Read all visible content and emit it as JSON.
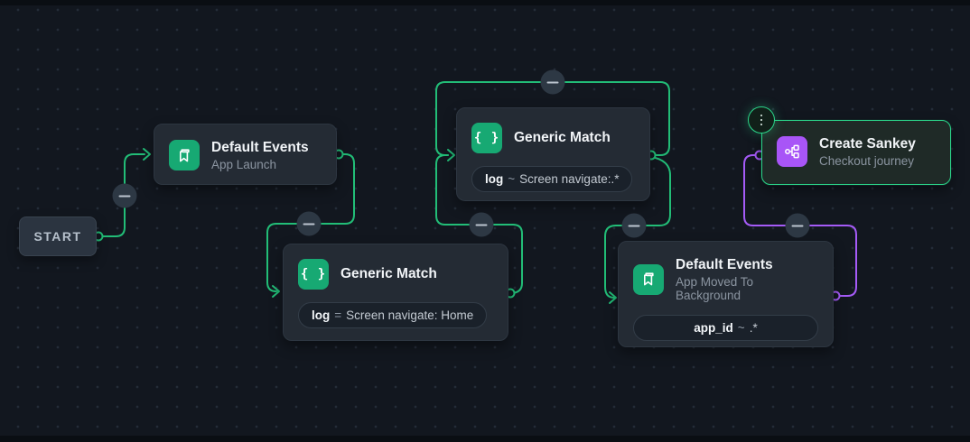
{
  "colors": {
    "background": "#12171f",
    "grid_dot": "#242c38",
    "node_fill": "#242b34",
    "green_line": "#22bd77",
    "green_icon": "#17a973",
    "purple_line": "#a55bf7",
    "purple_icon": "#a855f7",
    "selection_border": "#2bd489",
    "badge_fill": "#2d3844"
  },
  "start": {
    "label": "START"
  },
  "nodes": {
    "default_events_app_launch": {
      "title": "Default Events",
      "subtitle": "App Launch",
      "icon": "bookmark-icon"
    },
    "generic_match_home": {
      "title": "Generic Match",
      "icon": "braces-icon",
      "filter_key": "log",
      "filter_op": "=",
      "filter_value": "Screen navigate: Home"
    },
    "generic_match_any_screen": {
      "title": "Generic Match",
      "icon": "braces-icon",
      "filter_key": "log",
      "filter_op": "~",
      "filter_value": "Screen navigate:.*"
    },
    "default_events_app_background": {
      "title": "Default Events",
      "subtitle": "App Moved To Background",
      "icon": "bookmark-icon",
      "filter_key": "app_id",
      "filter_op": "~",
      "filter_value": ".*"
    },
    "create_sankey": {
      "title": "Create Sankey",
      "subtitle": "Checkout journey",
      "icon": "sankey-flow-icon",
      "selected": "true"
    }
  },
  "icons": {
    "braces_glyph": "{ }"
  },
  "edges": [
    {
      "from": "start",
      "to": "default_events_app_launch",
      "color": "green"
    },
    {
      "from": "default_events_app_launch",
      "to": "generic_match_home",
      "color": "green"
    },
    {
      "from": "generic_match_home",
      "to": "generic_match_any_screen",
      "color": "green"
    },
    {
      "from": "generic_match_any_screen",
      "to": "generic_match_any_screen",
      "color": "green",
      "note": "self-loop"
    },
    {
      "from": "generic_match_any_screen",
      "to": "default_events_app_background",
      "color": "green"
    },
    {
      "from": "default_events_app_background",
      "to": "create_sankey",
      "color": "purple"
    }
  ]
}
